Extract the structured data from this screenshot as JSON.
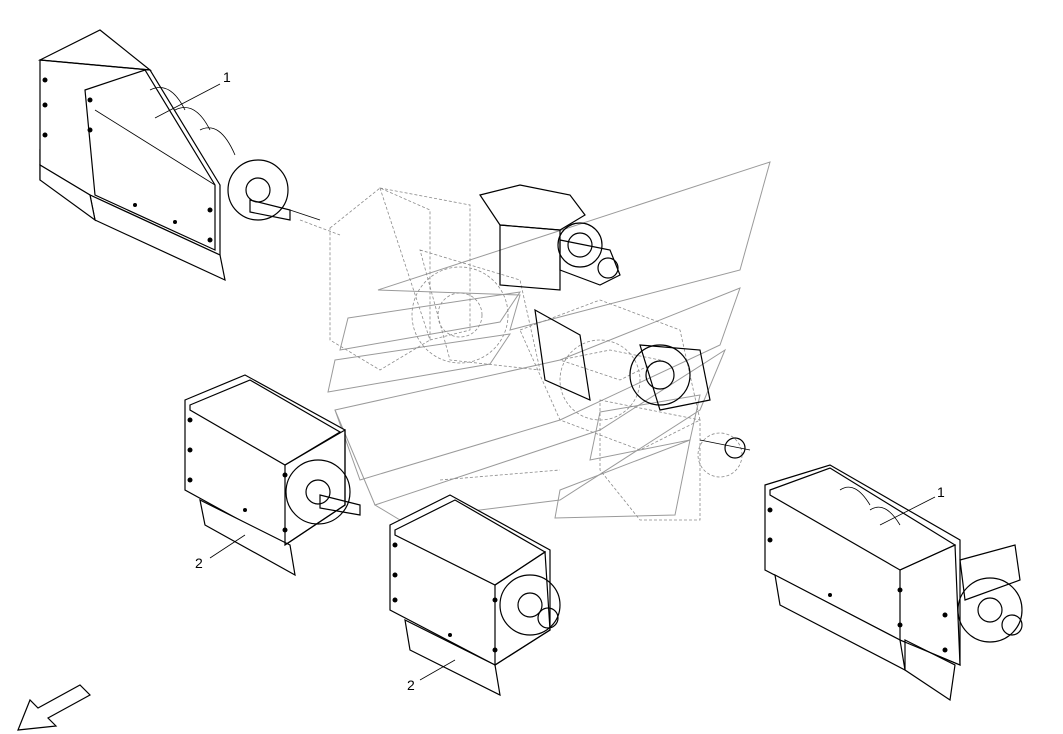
{
  "diagram": {
    "callouts": [
      {
        "id": "top-left-assembly",
        "label": "1"
      },
      {
        "id": "middle-left-assembly",
        "label": "2"
      },
      {
        "id": "bottom-center-assembly",
        "label": "2"
      },
      {
        "id": "right-assembly",
        "label": "1"
      }
    ]
  },
  "colors": {
    "line": "#000000",
    "ghost": "#8a8a8a",
    "watermark": "#9a9a9a",
    "background": "#ffffff"
  },
  "icons": [
    "direction-arrow-icon",
    "watermark-logo-icon"
  ]
}
